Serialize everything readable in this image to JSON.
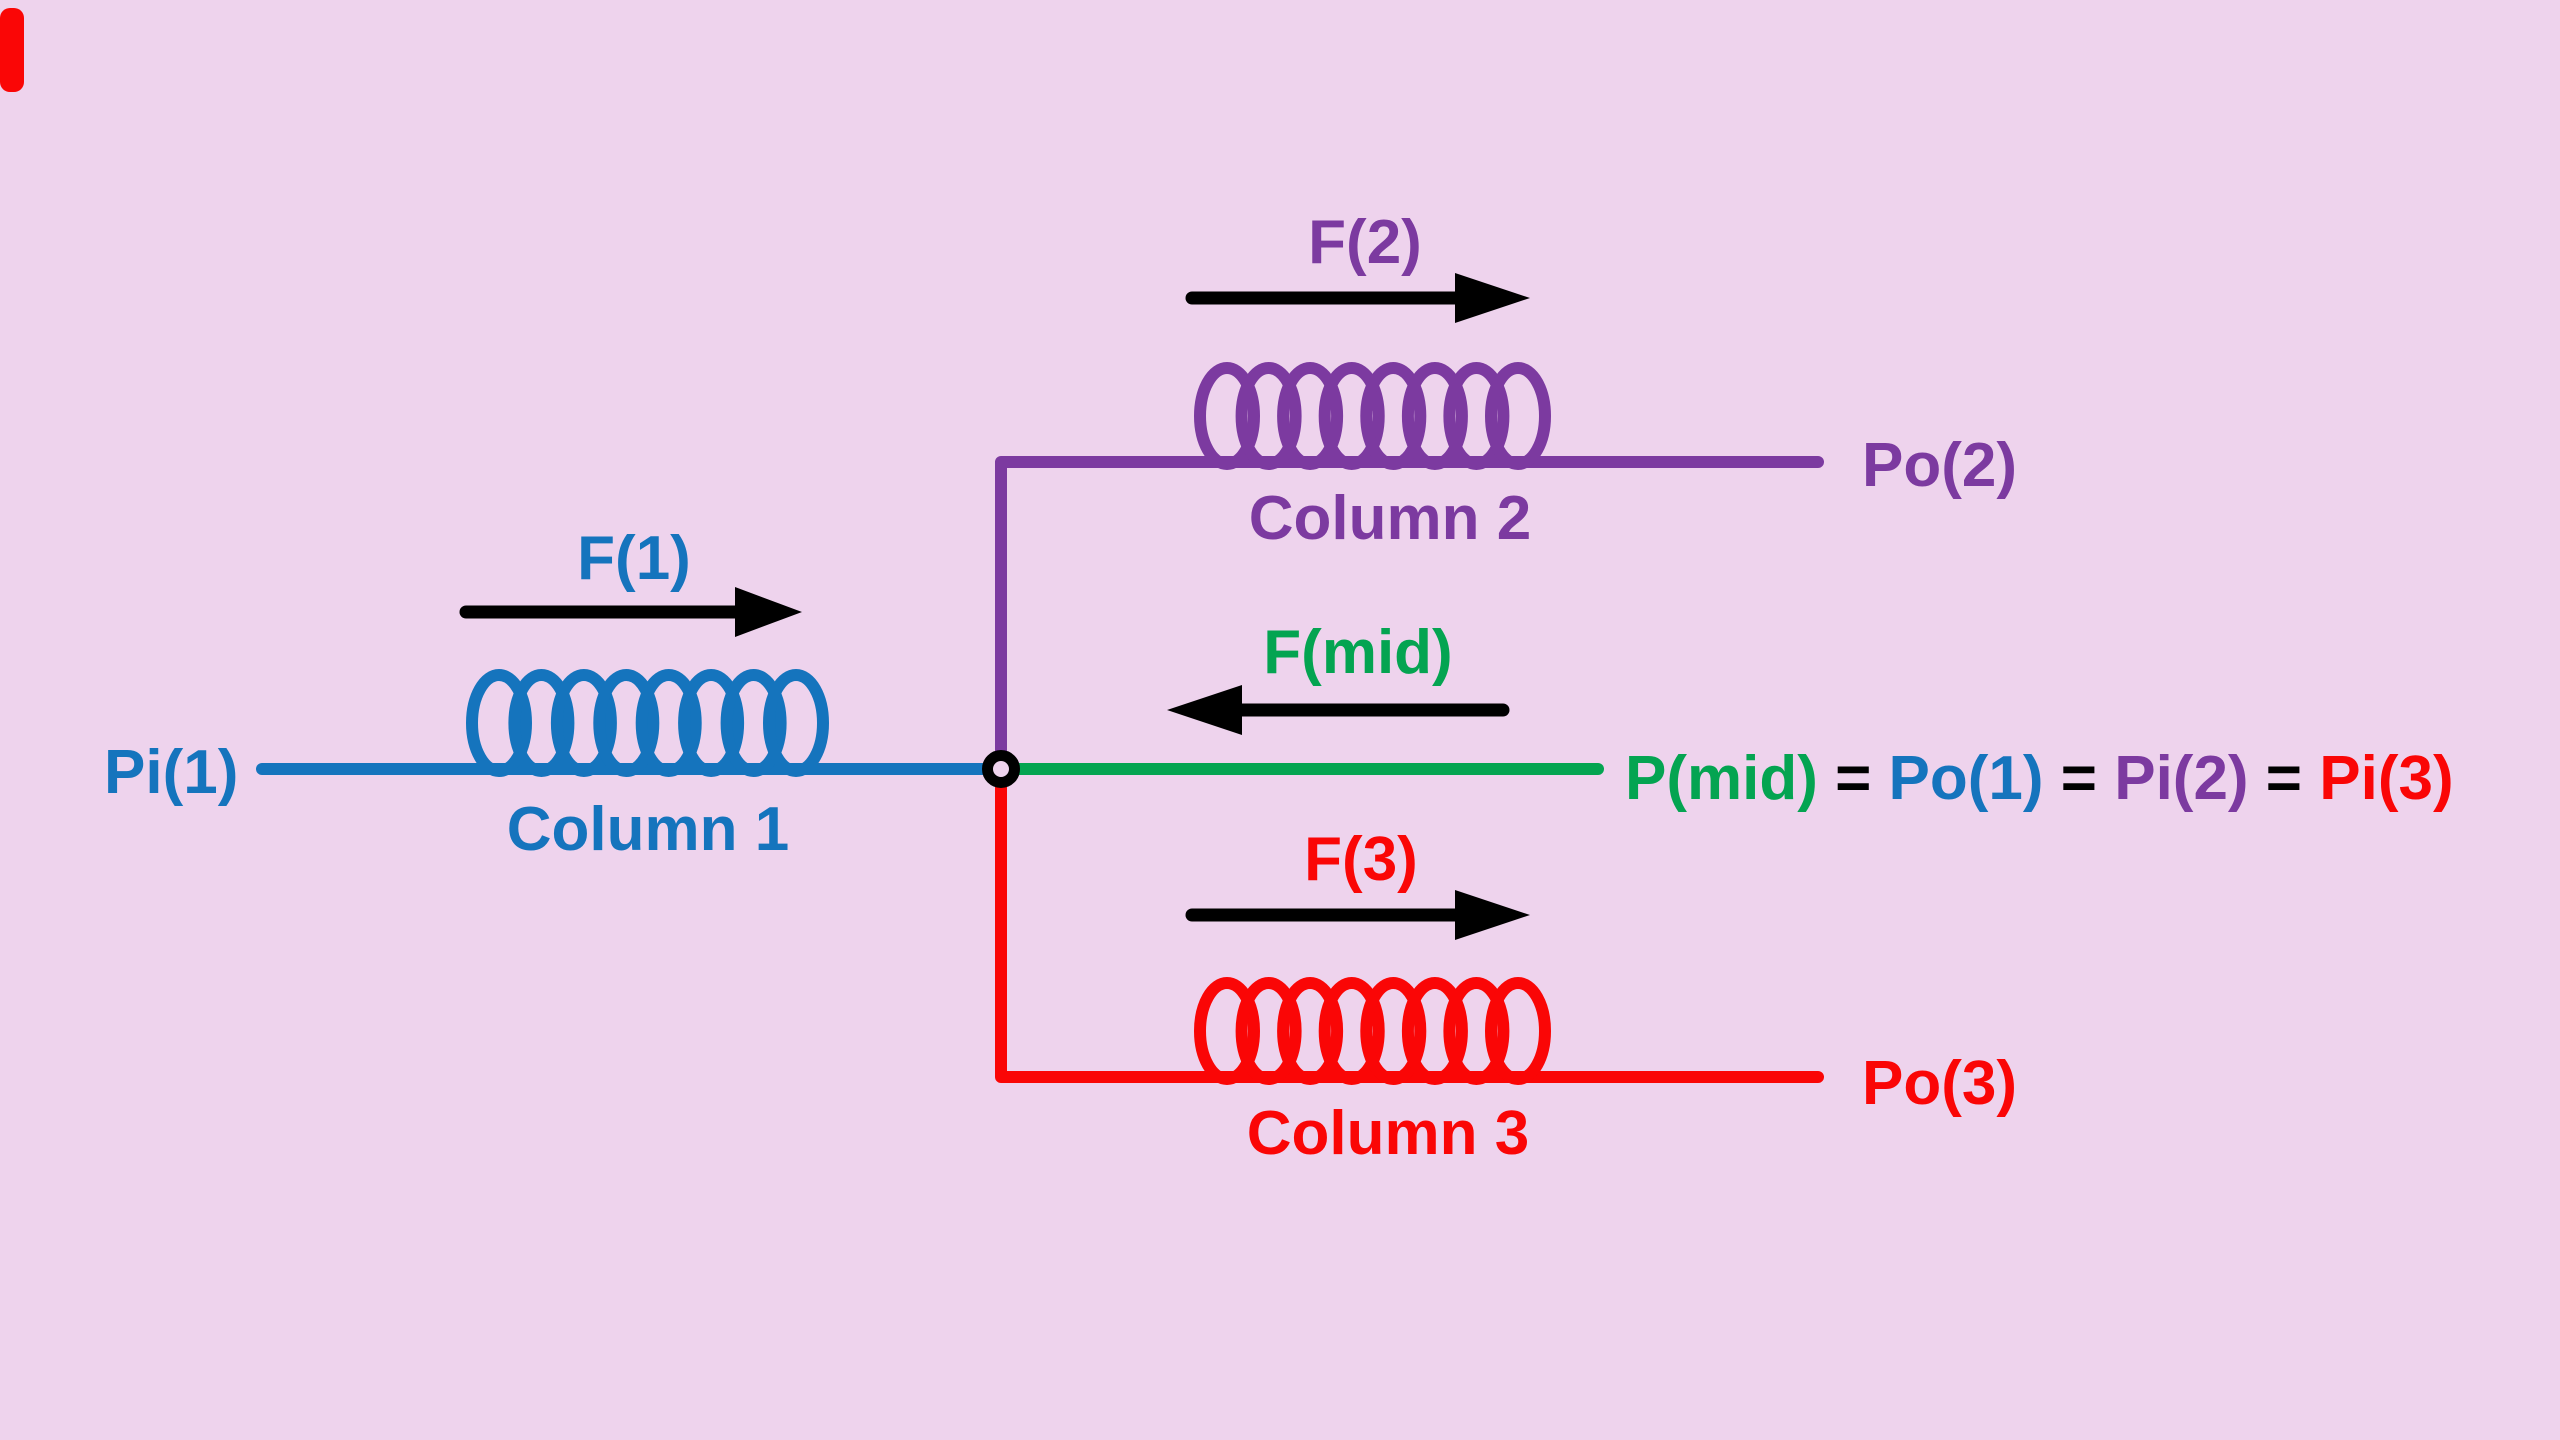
{
  "background_color": "#eed3ed",
  "colors": {
    "blue": "#1574bd",
    "purple": "#7c3aa0",
    "green": "#04a451",
    "red": "#fa0606",
    "black": "#000000"
  },
  "branches": {
    "column1": {
      "pressure_in": "Pi(1)",
      "force": "F(1)",
      "label": "Column 1"
    },
    "column2": {
      "force": "F(2)",
      "label": "Column 2",
      "pressure_out": "Po(2)"
    },
    "middle": {
      "force": "F(mid)"
    },
    "column3": {
      "force": "F(3)",
      "label": "Column 3",
      "pressure_out": "Po(3)"
    }
  },
  "equation": {
    "p_mid": "P(mid)",
    "sep1": " = ",
    "po1": "Po(1)",
    "sep2": " = ",
    "pi2": "Pi(2)",
    "sep3": " = ",
    "pi3": "Pi(3)"
  }
}
